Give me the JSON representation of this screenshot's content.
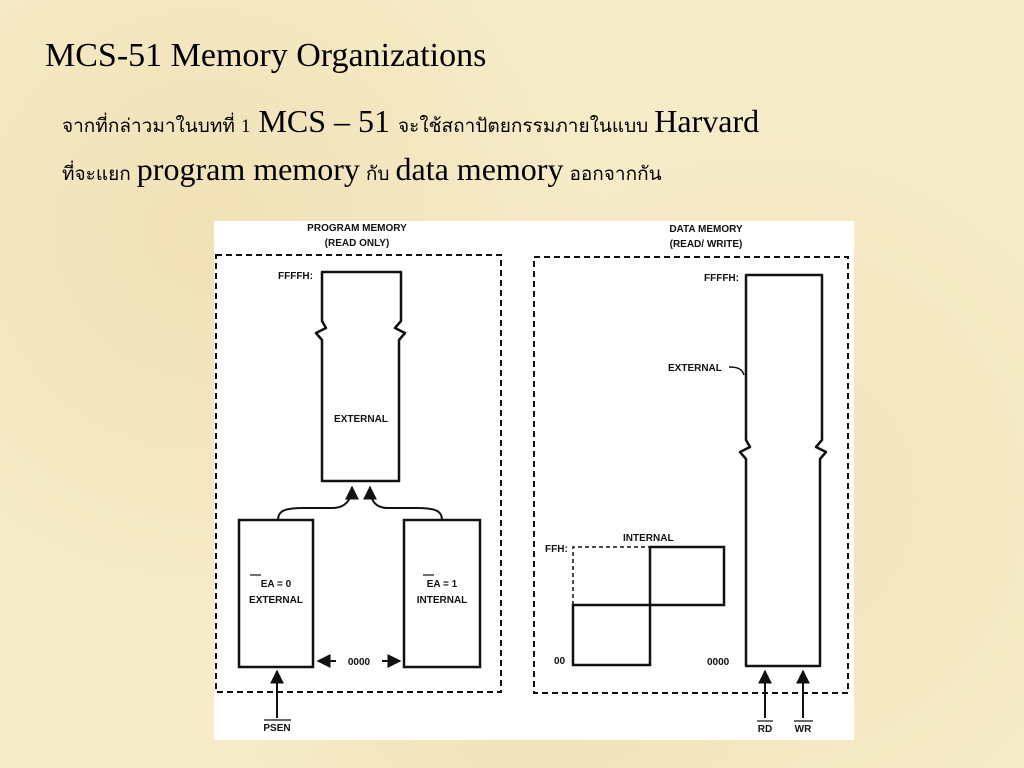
{
  "slide": {
    "title": "MCS-51 Memory Organizations",
    "line1": {
      "th_a": "จากที่กล่าวมาในบทที่ ",
      "num": "1",
      "en_a": " MCS – 51 ",
      "th_b": "จะใช้สถาปัตยกรรมภายในแบบ ",
      "en_b": "Harvard"
    },
    "line2": {
      "th_a": "ที่จะแยก ",
      "en_a": "program memory",
      "th_b": " กับ ",
      "en_b": "data memory",
      "th_c": " ออกจากกัน"
    }
  },
  "diagram": {
    "program_memory": {
      "title1": "PROGRAM MEMORY",
      "title2": "(READ ONLY)",
      "top_addr": "FFFFH:",
      "external_label": "EXTERNAL",
      "ea0_line1": "EA = 0",
      "ea0_line2": "EXTERNAL",
      "ea1_line1": "EA = 1",
      "ea1_line2": "INTERNAL",
      "bottom_addr": "0000",
      "signal": "PSEN"
    },
    "data_memory": {
      "title1": "DATA MEMORY",
      "title2": "(READ/ WRITE)",
      "top_addr": "FFFFH:",
      "external_label": "EXTERNAL",
      "internal_label": "INTERNAL",
      "ffh_addr": "FFH:",
      "oo_addr": "00",
      "bottom_addr": "0000",
      "signal_rd": "RD",
      "signal_wr": "WR"
    }
  }
}
